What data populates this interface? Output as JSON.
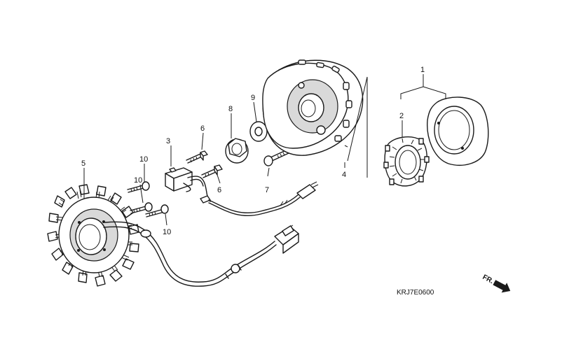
{
  "callouts": {
    "c1": "1",
    "c2": "2",
    "c3": "3",
    "c4": "4",
    "c5": "5",
    "c6a": "6",
    "c6b": "6",
    "c7": "7",
    "c8": "8",
    "c9": "9",
    "c10a": "10",
    "c10b": "10",
    "c10c": "10"
  },
  "diagram_code": "KRJ7E0600",
  "front_indicator": "FR."
}
